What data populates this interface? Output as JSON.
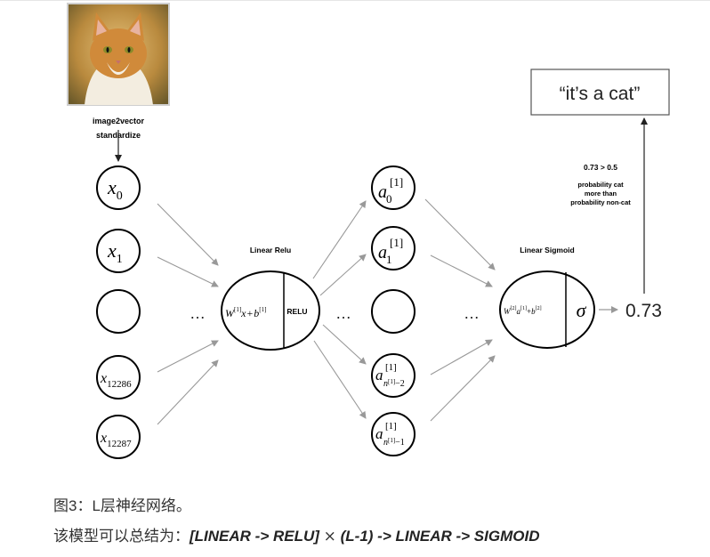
{
  "diagram": {
    "input_label_1": "image2vector",
    "input_label_2": "standardize",
    "input_nodes": {
      "x0": {
        "base": "x",
        "sub": "0"
      },
      "x1": {
        "base": "x",
        "sub": "1"
      },
      "x12286": {
        "base": "x",
        "sub": "12286"
      },
      "x12287": {
        "base": "x",
        "sub": "12287"
      }
    },
    "hidden_nodes": {
      "a0": {
        "base": "a",
        "sub": "0",
        "sup": "[1]"
      },
      "a1": {
        "base": "a",
        "sub": "1",
        "sup": "[1]"
      },
      "an2": {
        "base": "a",
        "sup": "[1]",
        "sub_n": "n",
        "sub_sup": "[1]",
        "sub_tail": "−2"
      },
      "an1": {
        "base": "a",
        "sup": "[1]",
        "sub_n": "n",
        "sub_sup": "[1]",
        "sub_tail": "−1"
      }
    },
    "ellipsis": "…",
    "layer1": {
      "title": "Linear Relu",
      "w": "W",
      "w_sup": "[1]",
      "x": "x",
      "plus": "+",
      "b": "b",
      "b_sup": "[1]",
      "activation": "RELU"
    },
    "layer2": {
      "title": "Linear Sigmoid",
      "w": "W",
      "w_sup": "[2]",
      "a": "a",
      "a_sup": "[1]",
      "plus": "+",
      "b": "b",
      "b_sup": "[2]",
      "activation": "σ"
    },
    "output_value": "0.73",
    "arrow_note": "→",
    "decision_line_1": "0.73 > 0.5",
    "decision_line_2": "probability cat",
    "decision_line_3": "more than",
    "decision_line_4": "probability non-cat",
    "result": "“it’s a cat”"
  },
  "caption": {
    "line1": "图3：L层神经网络。",
    "line2_prefix": "该模型可以总结为：",
    "formula_part1": "[LINEAR -> RELU]",
    "times": "×",
    "formula_part2": "(L-1) -> LINEAR -> SIGMOID"
  },
  "colors": {
    "arrow_gray": "#999999",
    "node_stroke": "#000000",
    "result_border": "#555555",
    "cat_orange": "#d08a3a"
  },
  "icons": {
    "cat_image": "cat-photo"
  }
}
